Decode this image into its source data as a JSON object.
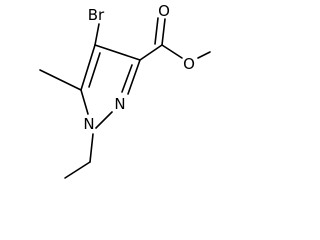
{
  "molecule": {
    "atoms": {
      "br": "Br",
      "o_carbonyl": "O",
      "o_ester": "O",
      "n1": "N",
      "n2": "N"
    }
  }
}
